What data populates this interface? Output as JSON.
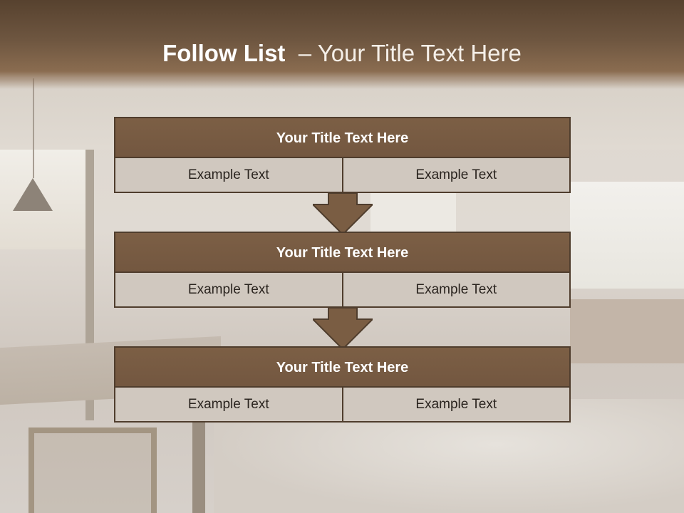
{
  "slide": {
    "title_bold": "Follow List",
    "title_rest": "– Your Title Text Here"
  },
  "blocks": [
    {
      "title": "Your Title Text Here",
      "cells": [
        "Example Text",
        "Example Text"
      ]
    },
    {
      "title": "Your Title Text Here",
      "cells": [
        "Example Text",
        "Example Text"
      ]
    },
    {
      "title": "Your Title Text Here",
      "cells": [
        "Example Text",
        "Example Text"
      ]
    }
  ],
  "colors": {
    "header_brown": "#6e5640",
    "block_brown": "#7a5d43",
    "cell_beige": "#d0c8bf",
    "arrow_fill": "#7a5d43",
    "border": "#4f3d2d"
  },
  "icons": [
    "down-arrow-icon",
    "down-arrow-icon"
  ]
}
